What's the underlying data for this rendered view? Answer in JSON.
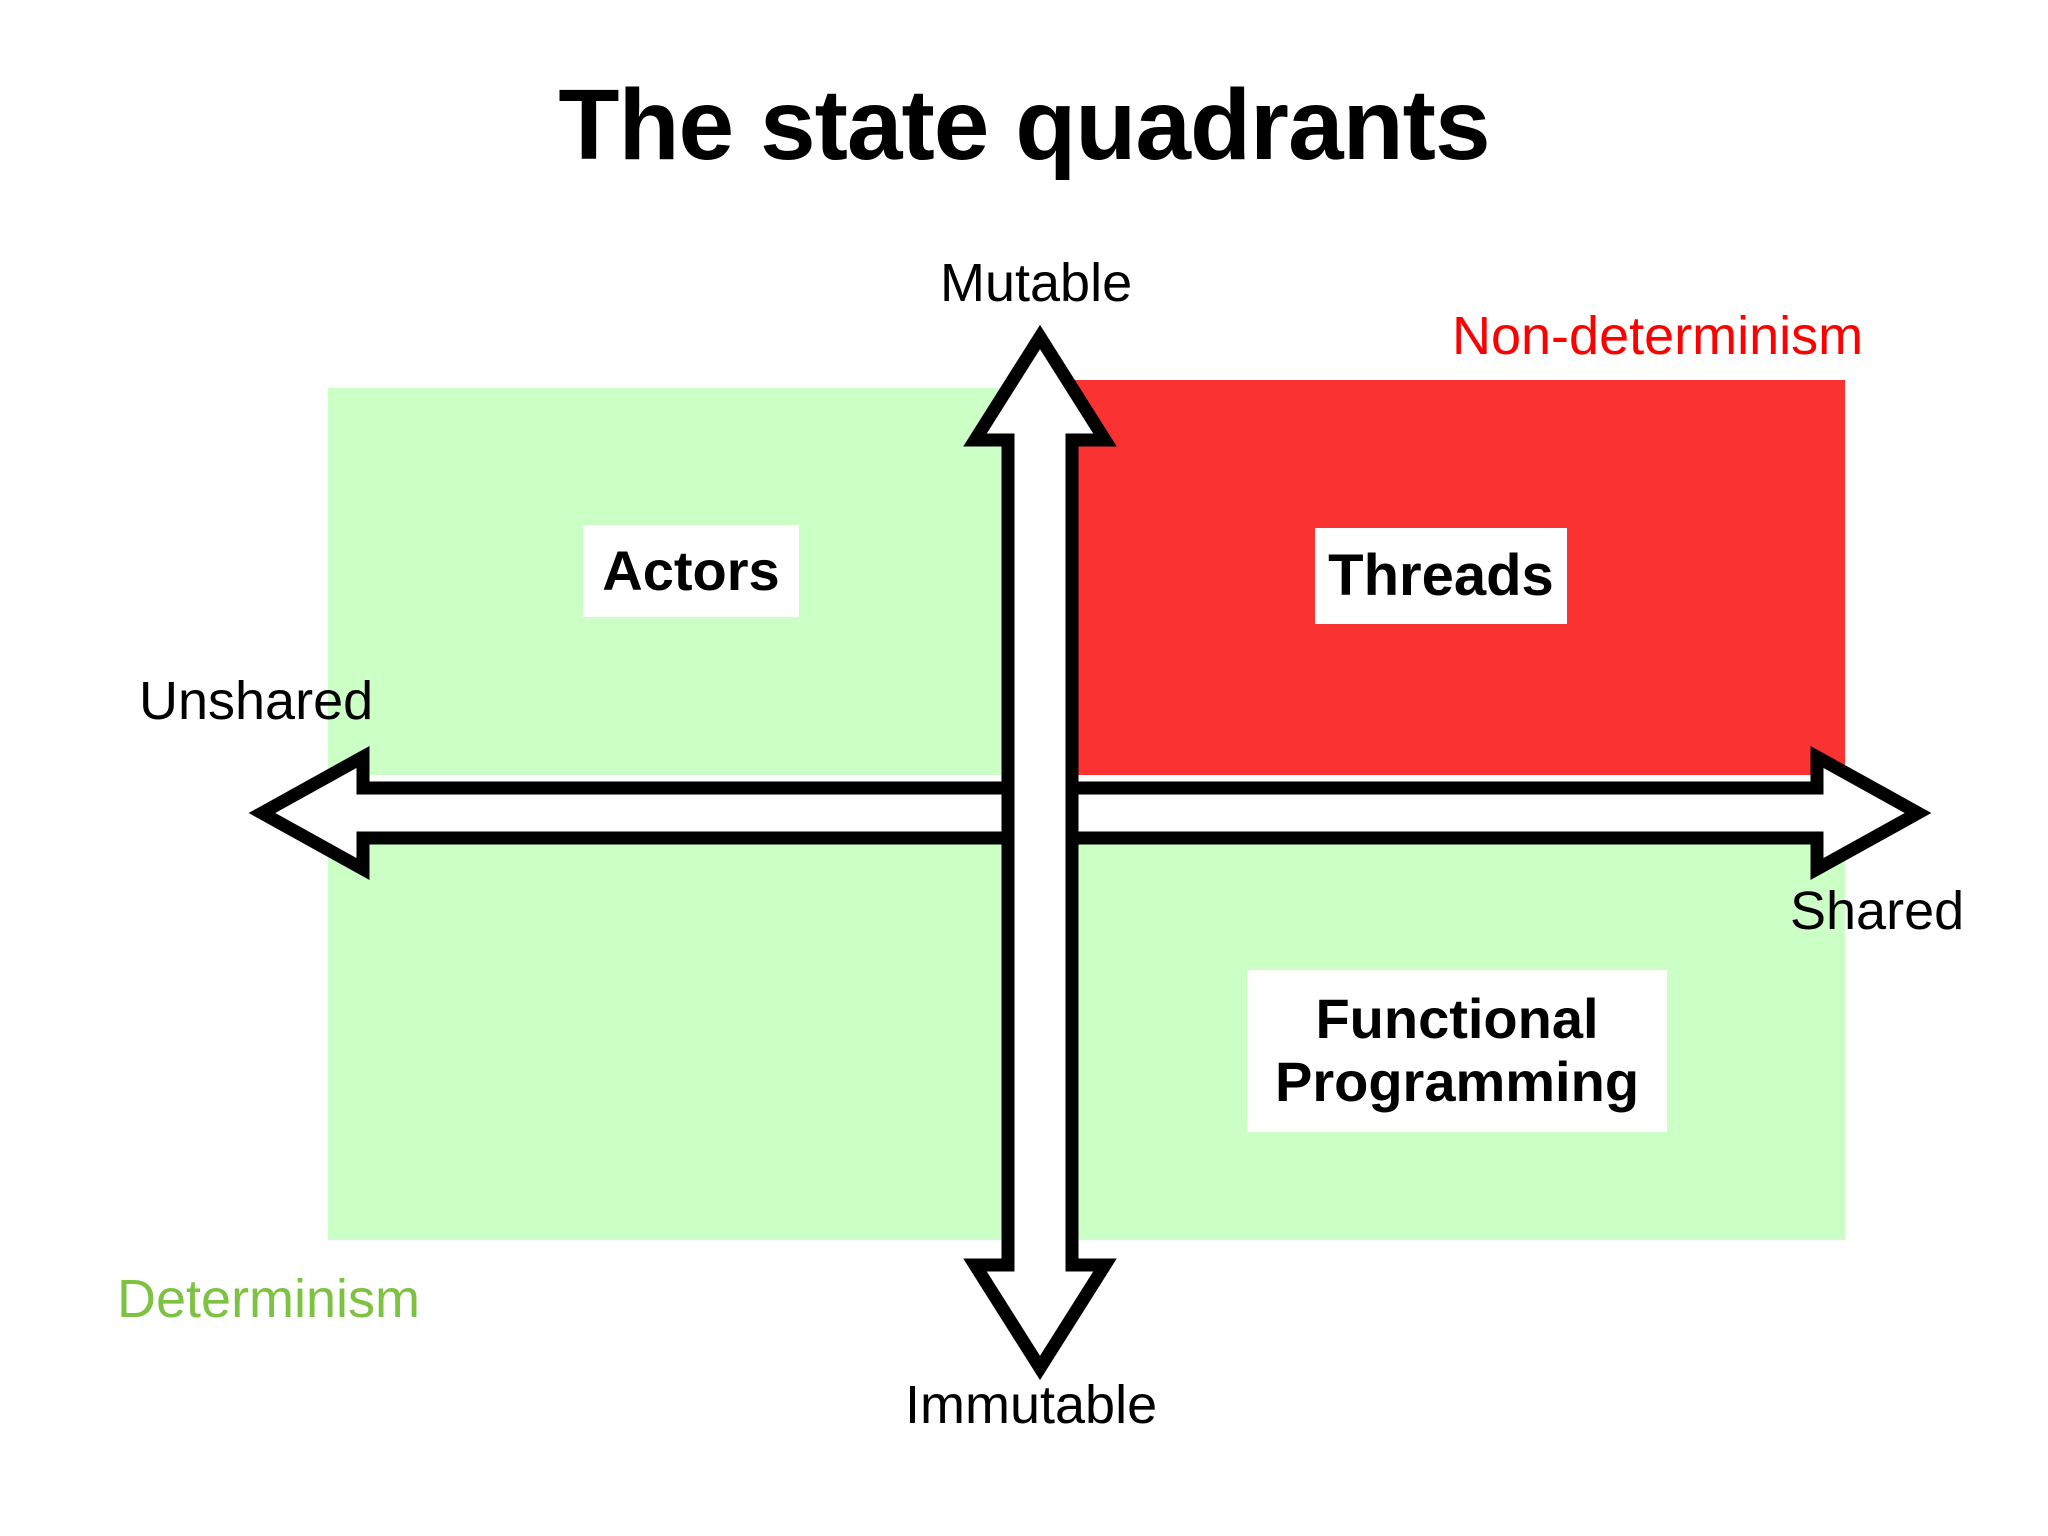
{
  "slide": {
    "title": "The state quadrants",
    "background": "#FFFFFF"
  },
  "colors": {
    "green_fill": "#CCFFC6",
    "red_fill": "#FA3232",
    "nondeterminism_text": "#FE0000",
    "determinism_text": "#7DC242",
    "axis_stroke": "#000000",
    "axis_fill": "#FFFFFF",
    "plate_fill": "#FFFFFF",
    "text": "#000000"
  },
  "axes": {
    "vertical": {
      "top_label": "Mutable",
      "bottom_label": "Immutable"
    },
    "horizontal": {
      "left_label": "Unshared",
      "right_label": "Shared"
    }
  },
  "annotations": {
    "top_right": "Non-determinism",
    "bottom_left": "Determinism"
  },
  "quadrants": [
    {
      "id": "unshared-mutable",
      "label": "Actors",
      "x_axis": "Unshared",
      "y_axis": "Mutable",
      "fill": "#CCFFC6",
      "outcome": "Determinism"
    },
    {
      "id": "shared-mutable",
      "label": "Threads",
      "x_axis": "Shared",
      "y_axis": "Mutable",
      "fill": "#FA3232",
      "outcome": "Non-determinism"
    },
    {
      "id": "unshared-immutable",
      "label": "",
      "x_axis": "Unshared",
      "y_axis": "Immutable",
      "fill": "#CCFFC6",
      "outcome": "Determinism"
    },
    {
      "id": "shared-immutable",
      "label_line1": "Functional",
      "label_line2": "Programming",
      "x_axis": "Shared",
      "y_axis": "Immutable",
      "fill": "#CCFFC6",
      "outcome": "Determinism"
    }
  ]
}
